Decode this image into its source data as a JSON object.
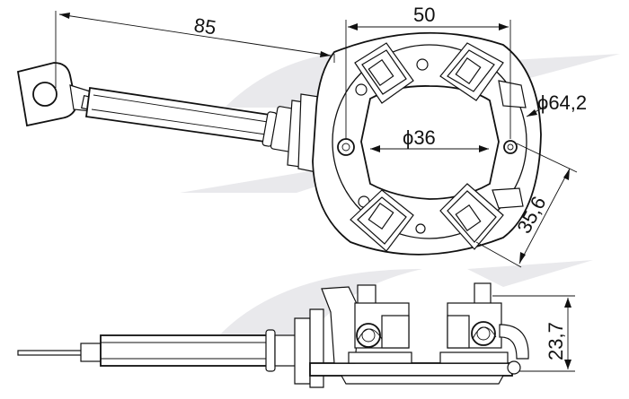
{
  "dimensions": {
    "cable_length": "85",
    "width": "50",
    "outer_diameter": "ϕ64,2",
    "inner_diameter": "ϕ36",
    "diagonal": "35,6",
    "height": "23,7"
  },
  "colors": {
    "ink": "#111111",
    "watermark": "#e9e9ec"
  }
}
